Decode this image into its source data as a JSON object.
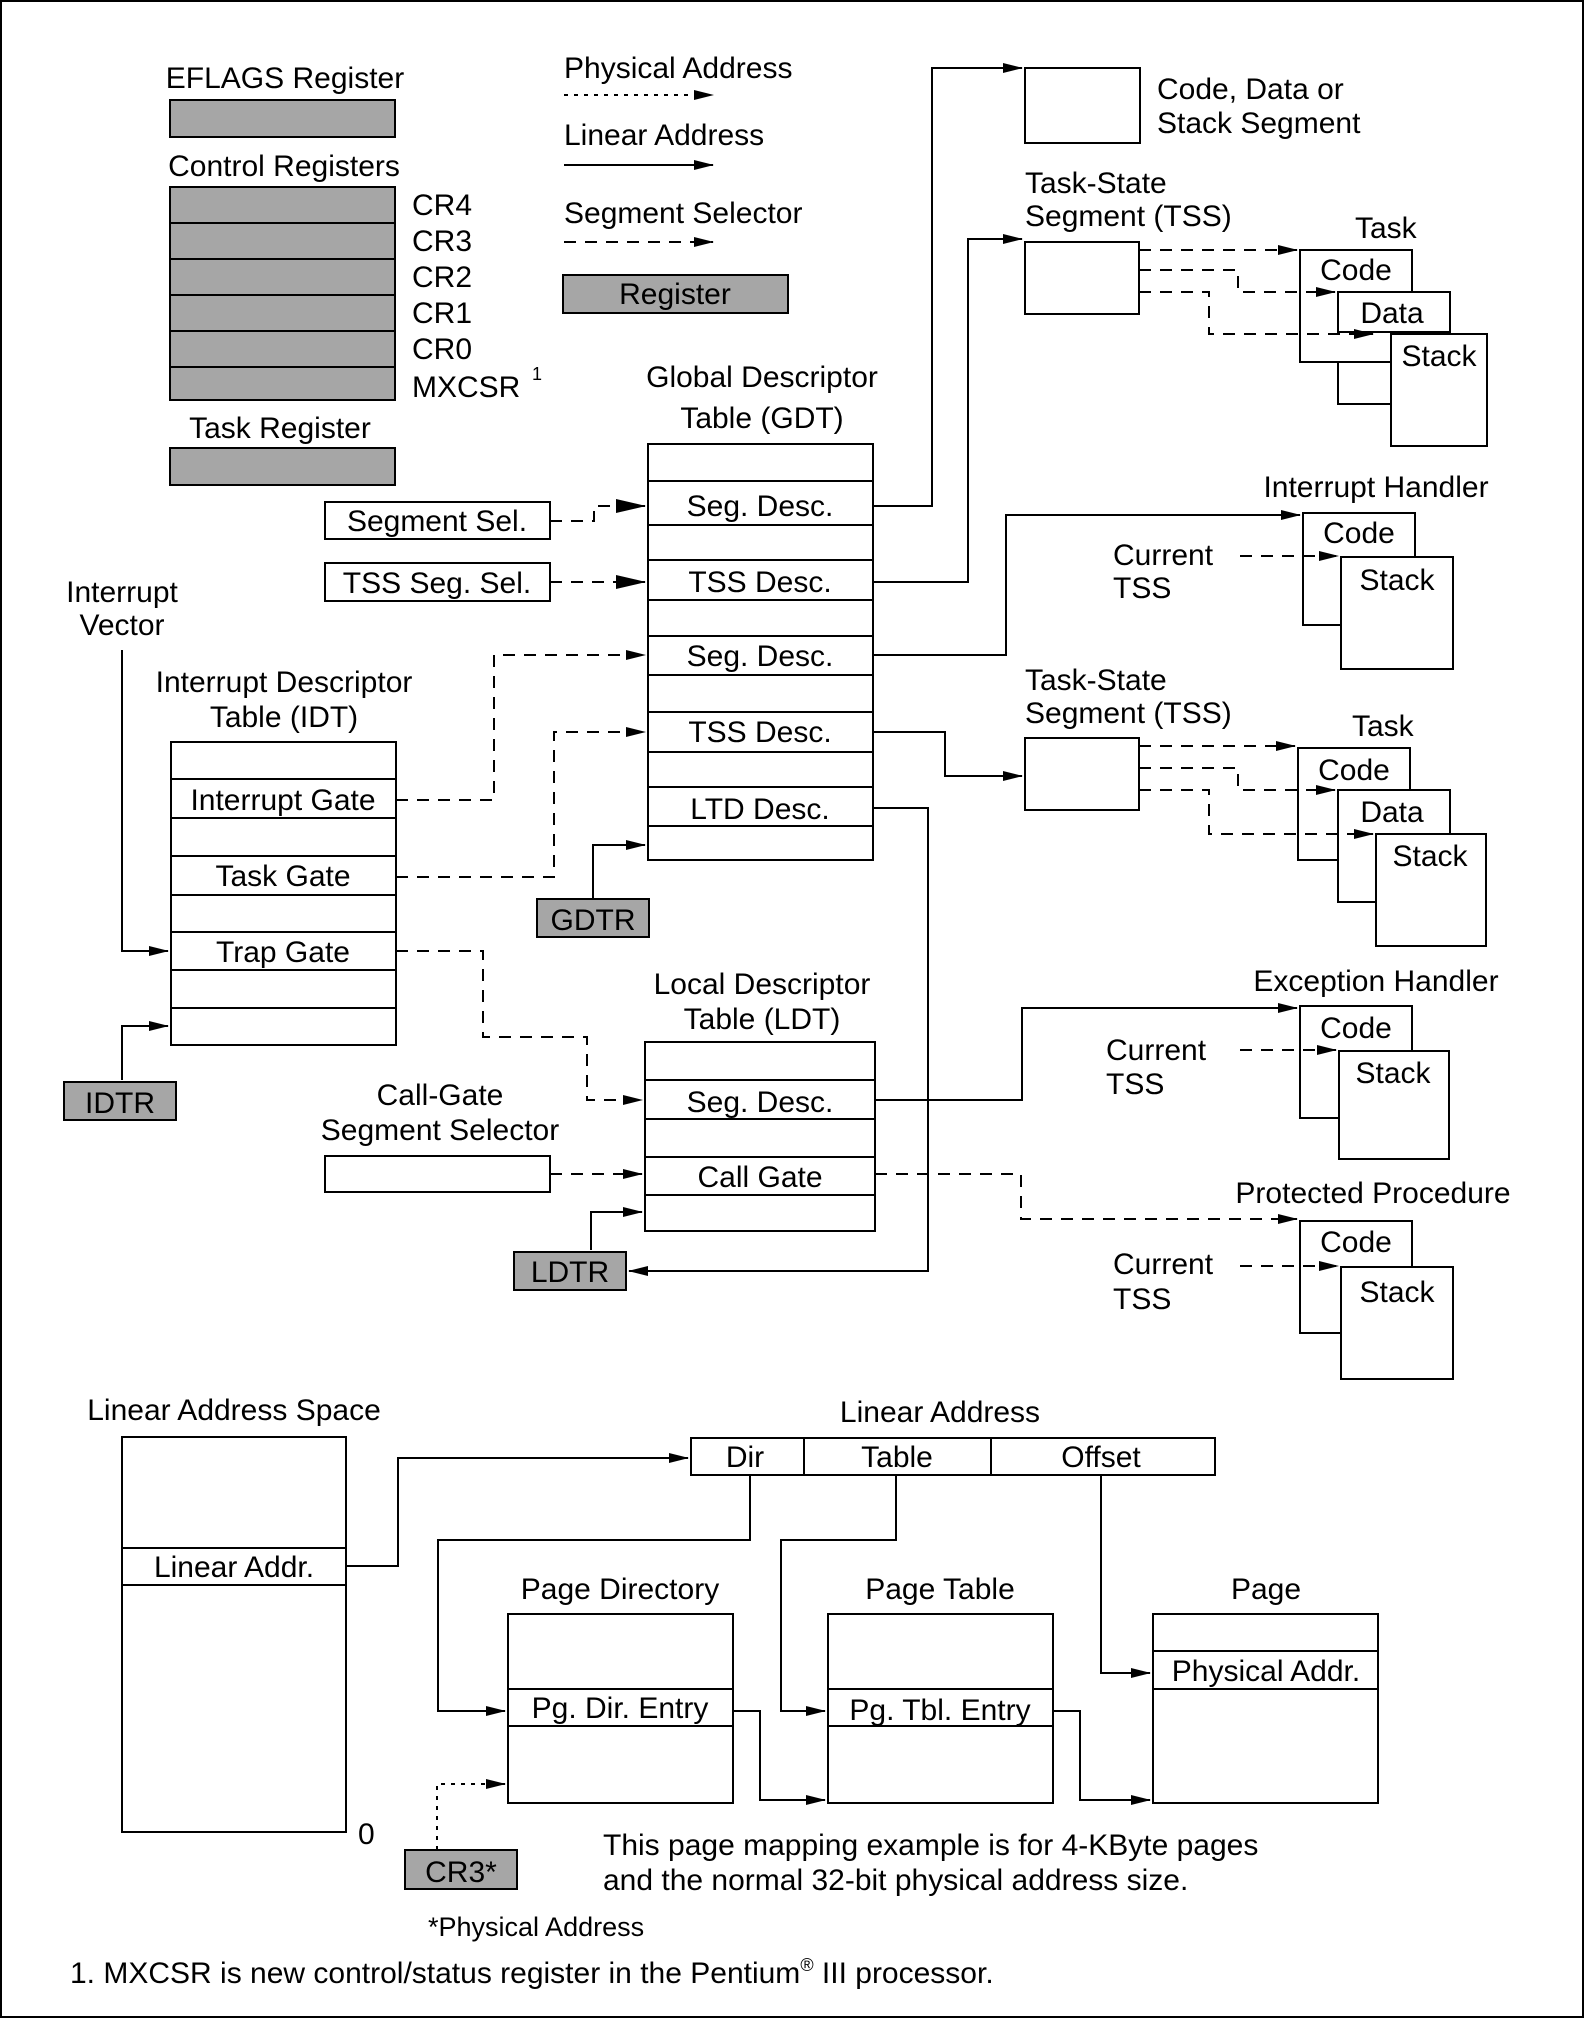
{
  "registers": {
    "eflags": "EFLAGS Register",
    "control": "Control Registers",
    "cr": [
      "CR4",
      "CR3",
      "CR2",
      "CR1",
      "CR0",
      "MXCSR"
    ],
    "footnote_marker": "1",
    "task": "Task Register",
    "idtr": "IDTR",
    "gdtr": "GDTR",
    "ldtr": "LDTR",
    "cr3_star": "CR3*"
  },
  "legend": {
    "physical": "Physical Address",
    "linear": "Linear Address",
    "selector": "Segment Selector",
    "register": "Register"
  },
  "segment_sel": "Segment Sel.",
  "tss_seg_sel": "TSS Seg. Sel.",
  "interrupt_vector": [
    "Interrupt",
    "Vector"
  ],
  "idt": {
    "title": [
      "Interrupt Descriptor",
      "Table (IDT)"
    ],
    "rows": [
      "Interrupt Gate",
      "Task Gate",
      "Trap Gate"
    ]
  },
  "gdt": {
    "title": [
      "Global Descriptor",
      "Table (GDT)"
    ],
    "rows": [
      "Seg. Desc.",
      "TSS Desc.",
      "Seg. Desc.",
      "TSS Desc.",
      "LTD Desc."
    ]
  },
  "ldt": {
    "title": [
      "Local Descriptor",
      "Table (LDT)"
    ],
    "rows": [
      "Seg. Desc.",
      "Call Gate"
    ]
  },
  "call_gate_selector": [
    "Call-Gate",
    "Segment Selector"
  ],
  "code_data_stack": [
    "Code, Data or",
    "Stack Segment"
  ],
  "tss_label": [
    "Task-State",
    "Segment (TSS)"
  ],
  "task_label": "Task",
  "code": "Code",
  "data": "Data",
  "stack": "Stack",
  "interrupt_handler": "Interrupt Handler",
  "exception_handler": "Exception Handler",
  "protected_procedure": "Protected Procedure",
  "current_tss": [
    "Current",
    "TSS"
  ],
  "paging": {
    "linear_space": "Linear Address Space",
    "linear_addr": "Linear Addr.",
    "zero": "0",
    "linear_address": "Linear Address",
    "fields": [
      "Dir",
      "Table",
      "Offset"
    ],
    "page_directory": "Page Directory",
    "pg_dir_entry": "Pg. Dir. Entry",
    "page_table": "Page Table",
    "pg_tbl_entry": "Pg. Tbl. Entry",
    "page": "Page",
    "physical_addr": "Physical Addr.",
    "note": [
      "This page mapping example is for 4-KByte pages",
      "and the normal 32-bit physical address size."
    ],
    "physical_star": "*Physical Address"
  },
  "footnote": {
    "prefix": "1. MXCSR is new control/status register in the Pentium",
    "reg": "®",
    "suffix": " III processor."
  }
}
